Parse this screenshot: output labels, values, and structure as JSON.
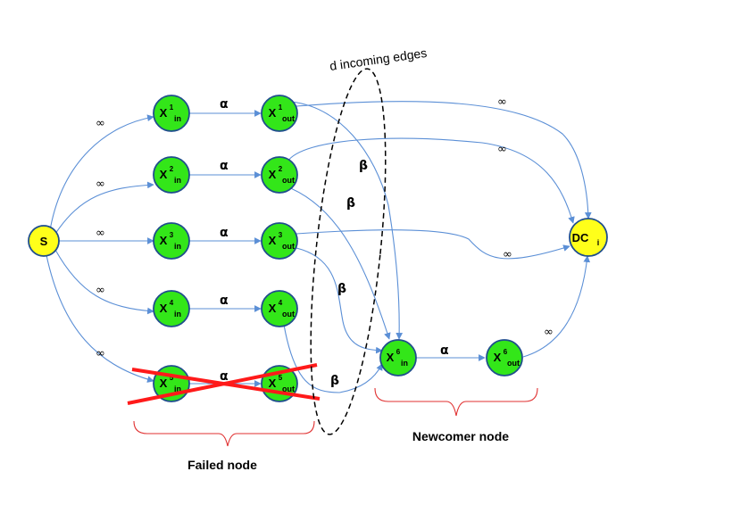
{
  "nodes": {
    "s": {
      "label": "S"
    },
    "dc": {
      "main": "DC",
      "sub": "i"
    },
    "x1in": {
      "main": "X",
      "sup": "1",
      "sub": "in"
    },
    "x1out": {
      "main": "X",
      "sup": "1",
      "sub": "out"
    },
    "x2in": {
      "main": "X",
      "sup": "2",
      "sub": "in"
    },
    "x2out": {
      "main": "X",
      "sup": "2",
      "sub": "out"
    },
    "x3in": {
      "main": "X",
      "sup": "3",
      "sub": "in"
    },
    "x3out": {
      "main": "X",
      "sup": "3",
      "sub": "out"
    },
    "x4in": {
      "main": "X",
      "sup": "4",
      "sub": "in"
    },
    "x4out": {
      "main": "X",
      "sup": "4",
      "sub": "out"
    },
    "x5in": {
      "main": "X",
      "sup": "5",
      "sub": "in"
    },
    "x5out": {
      "main": "X",
      "sup": "5",
      "sub": "out"
    },
    "x6in": {
      "main": "X",
      "sup": "6",
      "sub": "in"
    },
    "x6out": {
      "main": "X",
      "sup": "6",
      "sub": "out"
    }
  },
  "edge_labels": {
    "infinity": "∞",
    "alpha": "α",
    "beta": "β"
  },
  "annotations": {
    "incoming_edges": "d incoming edges",
    "failed_node": "Failed node",
    "newcomer_node": "Newcomer node"
  },
  "colors": {
    "green_node": "#33e619",
    "yellow_node": "#ffff1a",
    "edge": "#5b8fd6",
    "node_border": "#1f4e8c",
    "cross": "#ff1a1a",
    "brace": "#e03030"
  }
}
